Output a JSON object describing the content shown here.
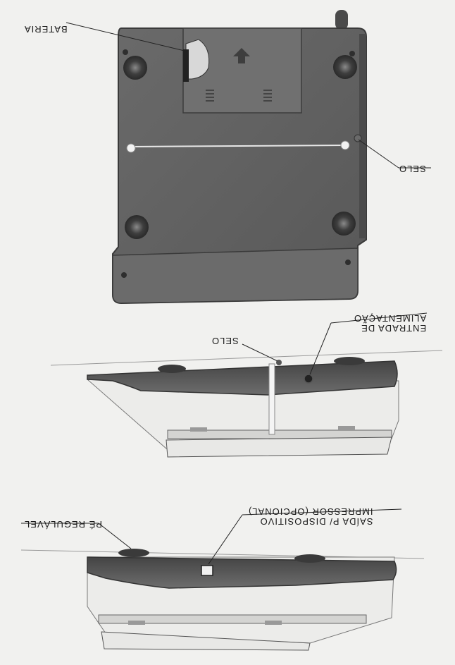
{
  "labels": {
    "bateria": "BATERIA",
    "selo_top": "SELO",
    "selo_middle": "SELO",
    "entrada_line1": "ENTRADA DE",
    "entrada_line2": "ALIMENTAÇÃO",
    "saida_line1": "SAÍDA P/ DISPOSITIVO",
    "saida_line2": "IMPRESSOR (OPCIONAL)",
    "pe_regulavel": "PÉ REGULÁVEL"
  },
  "colors": {
    "paper": "#f1f1ef",
    "body_dark": "#5e5e5e",
    "body_mid": "#7a7a7a",
    "base_light": "#e6e6e4",
    "line": "#222222"
  }
}
